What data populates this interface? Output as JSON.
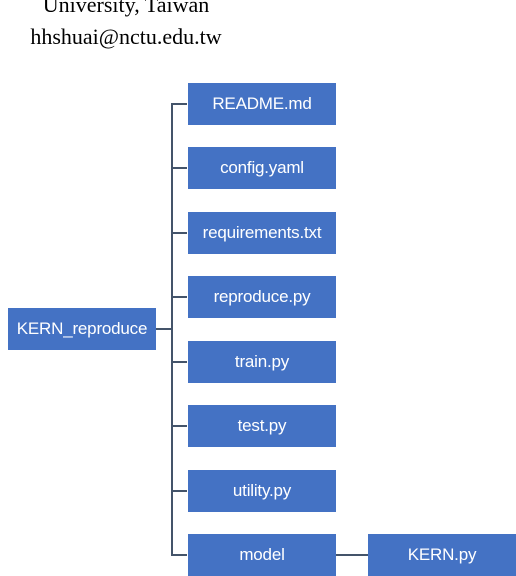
{
  "header": {
    "affiliation": "University, Taiwan",
    "email": "hhshuai@nctu.edu.tw"
  },
  "tree": {
    "root": "KERN_reproduce",
    "children": [
      "README.md",
      "config.yaml",
      "requirements.txt",
      "reproduce.py",
      "train.py",
      "test.py",
      "utility.py",
      "model"
    ],
    "model_children": [
      "KERN.py"
    ]
  },
  "colors": {
    "node_fill": "#4472c4",
    "node_text": "#ffffff",
    "connector": "#44546a"
  }
}
